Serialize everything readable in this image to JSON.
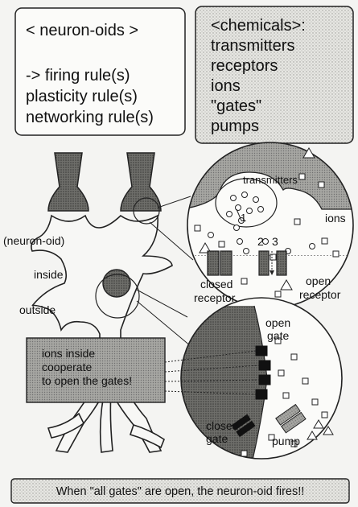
{
  "box_neuronoids": {
    "title": "< neuron-oids >",
    "lines": [
      "-> firing rule(s)",
      "plasticity rule(s)",
      "networking rule(s)"
    ]
  },
  "box_chemicals": {
    "title": "<chemicals>:",
    "lines": [
      "transmitters",
      "receptors",
      "ions",
      "\"gates\"",
      "pumps"
    ]
  },
  "diagram": {
    "neuron_label": "(neuron-oid)",
    "inside_label": "inside",
    "outside_label": "outside",
    "synapse_labels": {
      "transmitters": "transmitters",
      "ions": "ions",
      "num1": "1",
      "num2": "2",
      "num3": "3",
      "closed_receptor_1": "closed",
      "closed_receptor_2": "receptor",
      "open_receptor_1": "open",
      "open_receptor_2": "receptor"
    },
    "gate_labels": {
      "open_gate_1": "open",
      "open_gate_2": "gate",
      "closed_gate_1": "closed",
      "closed_gate_2": "gate",
      "pump": "pump"
    },
    "ions_box": [
      "ions inside",
      "cooperate",
      "to open the gates!"
    ]
  },
  "banner": "When \"all gates\" are open, the neuron-oid fires!!"
}
